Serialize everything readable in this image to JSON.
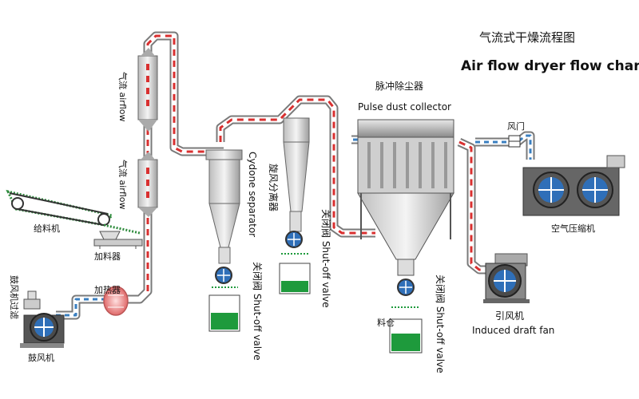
{
  "title_cn": "气流式干燥流程图",
  "title_en": "Air flow dryer flow chart",
  "labels": {
    "airflow_upper": "气流 airflow",
    "airflow_lower": "气流 airflow",
    "conveyor_cn": "给料机",
    "feeder_cn": "加料器",
    "heater_cn": "加热器",
    "blower_side_cn": "鼓风机过滤",
    "blower_cn": "鼓风机",
    "cyclone_cn": "旋风分离器",
    "cyclone_en": "Cydone separator",
    "valve1": "关闭阀 Shut-off valve",
    "valve2": "关闭阀 Shut-off valve",
    "valve3": "关闭阀 Shut-off valve",
    "pulse_cn": "脉冲除尘器",
    "pulse_en": "Pulse dust collector",
    "damper_cn": "风门",
    "compressor_cn": "空气压缩机",
    "fan_cn": "引风机",
    "fan_en": "Induced draft fan",
    "bin_cn": "料仓"
  },
  "colors": {
    "pipe_stripe": "#d93030",
    "pipe_blue": "#3a7fc0",
    "powder_green": "#1e9a3c",
    "metal_dark": "#6b6b6b",
    "fan_blue": "#2f6fb8",
    "heater_red": "#e07070"
  }
}
